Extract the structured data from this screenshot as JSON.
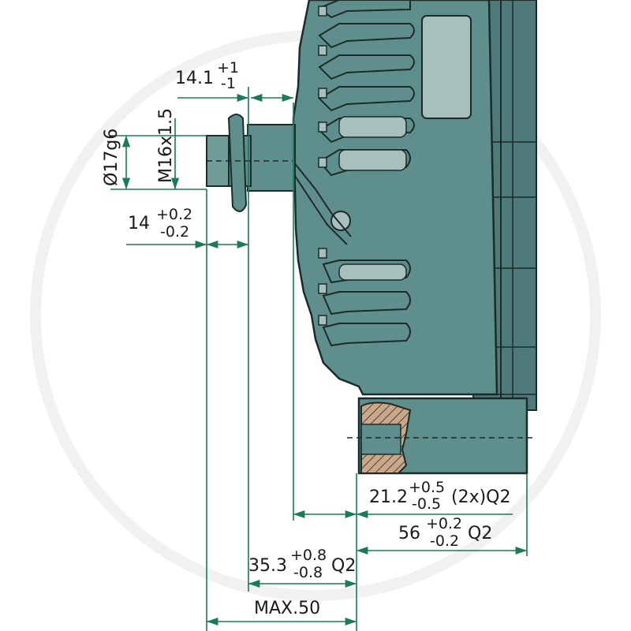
{
  "colors": {
    "body": "#5f8f8c",
    "body_dark": "#4e7b79",
    "body_light": "#a7c0bd",
    "outline": "#1c2a2a",
    "dim_line": "#1a7a5a",
    "hatch": "#c9a88a",
    "watermark": "#f2f2f2"
  },
  "dimensions": {
    "d_14_1": {
      "value": "14.1",
      "tol_plus": "+1",
      "tol_minus": "-1"
    },
    "d_m16": {
      "value": "M16x1.5"
    },
    "d_17g6": {
      "value": "Ø17g6"
    },
    "d_14": {
      "value": "14",
      "tol_plus": "+0.2",
      "tol_minus": "-0.2"
    },
    "d_21_2": {
      "value": "21.2",
      "tol_plus": "+0.5",
      "tol_minus": "-0.5",
      "suffix": "(2x)Q2"
    },
    "d_56": {
      "value": "56",
      "tol_plus": "+0.2",
      "tol_minus": "-0.2",
      "suffix": "Q2"
    },
    "d_35_3": {
      "value": "35.3",
      "tol_plus": "+0.8",
      "tol_minus": "-0.8",
      "suffix": "Q2"
    },
    "d_max50": {
      "value": "MAX.50"
    }
  }
}
